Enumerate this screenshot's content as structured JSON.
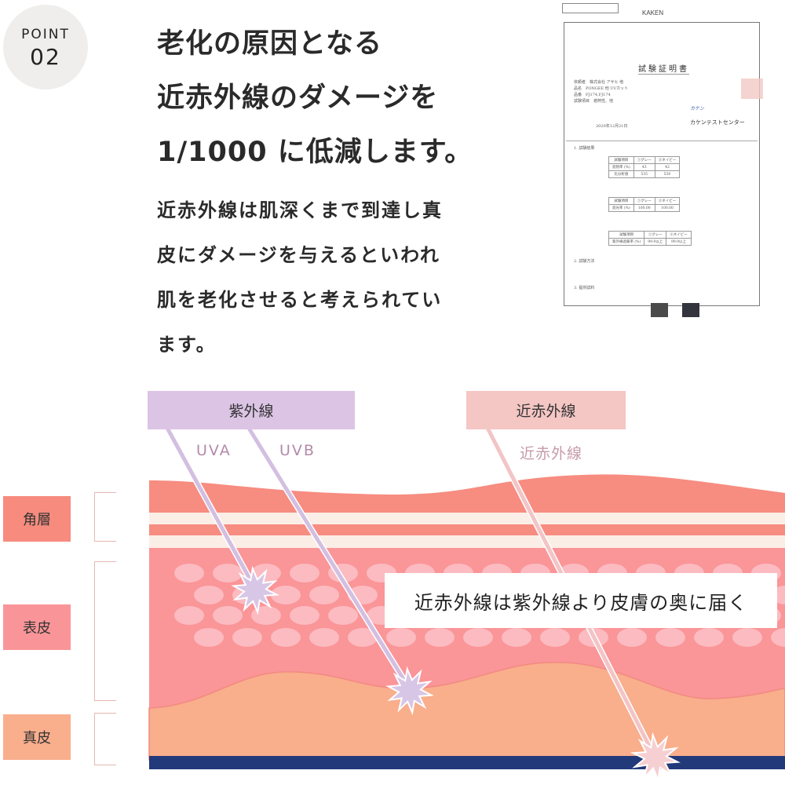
{
  "badge": {
    "label": "POINT",
    "number": "02"
  },
  "headline": [
    "老化の原因となる",
    "近赤外線のダメージを",
    "1/1000 に低減します。"
  ],
  "description": [
    "近赤外線は肌深くまで到達し真",
    "皮にダメージを与えるといわれ",
    "肌を老化させると考えられてい",
    "ます。"
  ],
  "certificate": {
    "header": "KAKEN",
    "title": "試験証明書",
    "fields": [
      "依頼者　株式会社 アサヒ 他",
      "品名　PONGEE 他 UVカット",
      "品番　FJ174,FJ174",
      "試験項目　遮熱性、他"
    ],
    "date": "2020年12月21日",
    "issuer": "カケンテストセンター",
    "issuer_brand": "カケン",
    "section1": "1. 試験結果",
    "table_cols": [
      "試験項目",
      "①グレー",
      "②ネイビー"
    ],
    "table1": [
      [
        "遮熱率 (%)",
        "43",
        "42"
      ],
      [
        "比分析値",
        "535",
        "530"
      ]
    ],
    "table2": [
      [
        "遮光率 (%)",
        "100.00",
        "100.00"
      ]
    ],
    "table3": [
      [
        "紫外線遮蔽率 (%)",
        "99.9以上",
        "99.9以上"
      ]
    ],
    "section2": "2. 試験方法",
    "section3": "3. 提供試料"
  },
  "diagram": {
    "uv_heading": "紫外線",
    "nir_heading": "近赤外線",
    "uva": "UVA",
    "uvb": "UVB",
    "nir_label": "近赤外線",
    "callout": "近赤外線は紫外線より皮膚の奥に届く",
    "layers": [
      "角層",
      "表皮",
      "真皮"
    ],
    "colors": {
      "stratum": "#f78c80",
      "epidermis": "#fa9598",
      "dermis": "#f9ae8c",
      "band": "#fbeee6",
      "base": "#22397a",
      "uv": "#d9c3e3",
      "nir": "#f4c4c3",
      "star_uv": "#d7c6e6",
      "star_nir": "#f6cfd2"
    }
  }
}
